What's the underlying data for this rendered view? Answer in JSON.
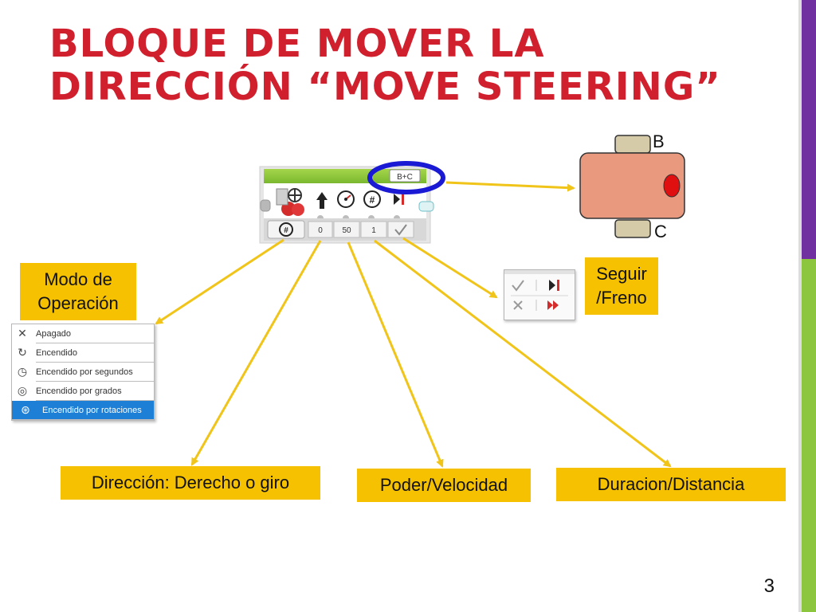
{
  "title": {
    "line1": "BLOQUE DE MOVER LA",
    "line2": "DIRECCIÓN “MOVE STEERING”"
  },
  "block": {
    "ports": "B+C",
    "values": [
      "0",
      "50",
      "1"
    ],
    "icons": [
      "motor-pair-icon",
      "steering-wheel-icon",
      "arrow-up-icon",
      "speedometer-icon",
      "rotations-icon",
      "brake-icon",
      "rotations-mode-icon",
      "check-icon"
    ]
  },
  "robot": {
    "label_top": "B",
    "label_bottom": "C"
  },
  "annotations": {
    "modo": "Modo de Operación",
    "seguir": "Seguir /Freno",
    "direccion": "Dirección: Derecho o giro",
    "poder": "Poder/Velocidad",
    "duracion": "Duracion/Distancia"
  },
  "mode_menu": {
    "items": [
      "Apagado",
      "Encendido",
      "Encendido por segundos",
      "Encendido por grados",
      "Encendido por rotaciones"
    ],
    "selected_index": 4
  },
  "colors": {
    "title": "#d0202e",
    "annotation_bg": "#f5c100",
    "arrow": "#f0c419",
    "highlight_ellipse": "#1a1ad4",
    "robot_body": "#e99a7e",
    "robot_wheel": "#d5cba8",
    "robot_sensor": "#e01010",
    "menu_selection": "#1e7fd6",
    "side_purple": "#7030a0",
    "side_green": "#8cc63f"
  },
  "page_number": "3"
}
